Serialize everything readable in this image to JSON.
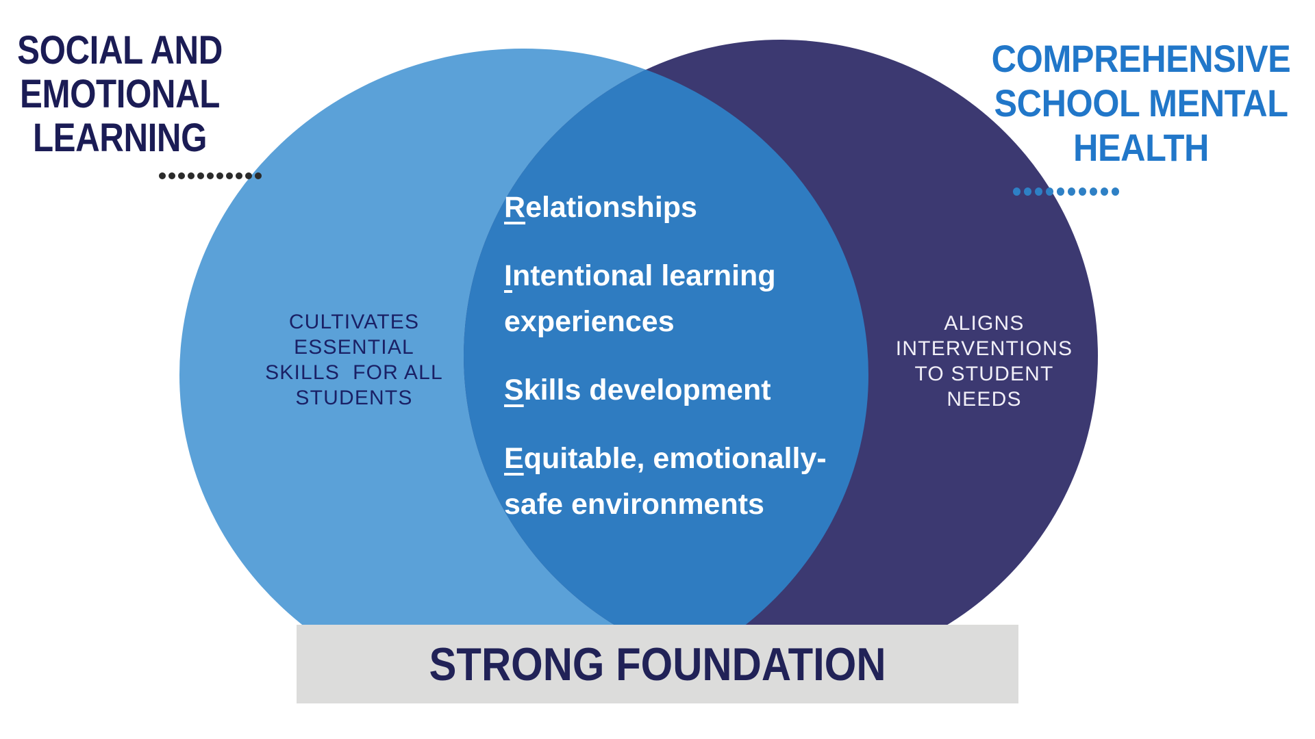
{
  "colors": {
    "left_circle": "#5BA1D8",
    "overlap": "#2F7CC1",
    "right_circle": "#3C3971",
    "left_title": "#1B1C55",
    "right_title": "#2177C9",
    "left_label_text": "#1A2065",
    "right_label_text": "#F2F0F8",
    "center_text": "#FFFFFF",
    "left_dots": "#2B2B2B",
    "right_dots": "#2E80C5",
    "bar_bg": "#DCDCDB",
    "bar_text": "#212257"
  },
  "left_title": {
    "lines": [
      "SOCIAL AND",
      "EMOTIONAL",
      "LEARNING"
    ]
  },
  "right_title": {
    "lines": [
      "COMPREHENSIVE",
      "SCHOOL MENTAL",
      "HEALTH"
    ]
  },
  "dividers": {
    "left": {
      "count": 11
    },
    "right": {
      "count": 10
    }
  },
  "left_circle_label": {
    "lines": [
      "CULTIVATES",
      "ESSENTIAL",
      "SKILLS  FOR ALL",
      "STUDENTS"
    ]
  },
  "right_circle_label": {
    "lines": [
      "ALIGNS",
      "INTERVENTIONS",
      "TO STUDENT",
      "NEEDS"
    ]
  },
  "overlap_items": [
    {
      "first": "R",
      "rest": "elationships",
      "line2": ""
    },
    {
      "first": "I",
      "rest": "ntentional learning",
      "line2": "experiences"
    },
    {
      "first": "S",
      "rest": "kills development",
      "line2": ""
    },
    {
      "first": "E",
      "rest": "quitable, emotionally-",
      "line2": "safe environments"
    }
  ],
  "foundation": {
    "label": "STRONG FOUNDATION"
  }
}
